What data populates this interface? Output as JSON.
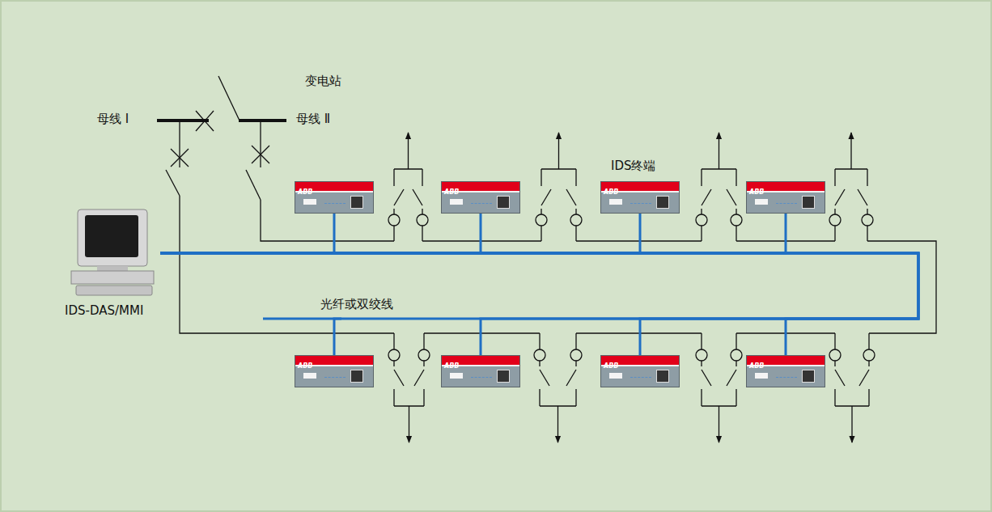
{
  "diagram": {
    "nodes": [
      {
        "text": [
          "IDS-DAS/MMI"
        ]
      },
      {
        "text": [
          "ABB"
        ]
      },
      {
        "text": [
          "ABB"
        ]
      },
      {
        "text": [
          "ABB"
        ]
      },
      {
        "text": [
          "ABB"
        ]
      },
      {
        "text": [
          "ABB"
        ]
      },
      {
        "text": [
          "ABB"
        ]
      },
      {
        "text": [
          "ABB"
        ]
      },
      {
        "text": [
          "ABB"
        ]
      }
    ],
    "edges": [
      {
        "from": 0,
        "to": 1,
        "arrow": "none"
      },
      {
        "from": 0,
        "to": 2,
        "arrow": "none"
      },
      {
        "from": 0,
        "to": 3,
        "arrow": "none"
      },
      {
        "from": 0,
        "to": 4,
        "arrow": "none"
      },
      {
        "from": 0,
        "to": 5,
        "arrow": "none"
      },
      {
        "from": 0,
        "to": 6,
        "arrow": "none"
      },
      {
        "from": 0,
        "to": 7,
        "arrow": "none"
      },
      {
        "from": 0,
        "to": 8,
        "arrow": "none"
      }
    ],
    "labels": [
      "变电站",
      "母线 Ⅰ",
      "母线 Ⅱ",
      "IDS终端",
      "光纤或双绞线"
    ]
  }
}
